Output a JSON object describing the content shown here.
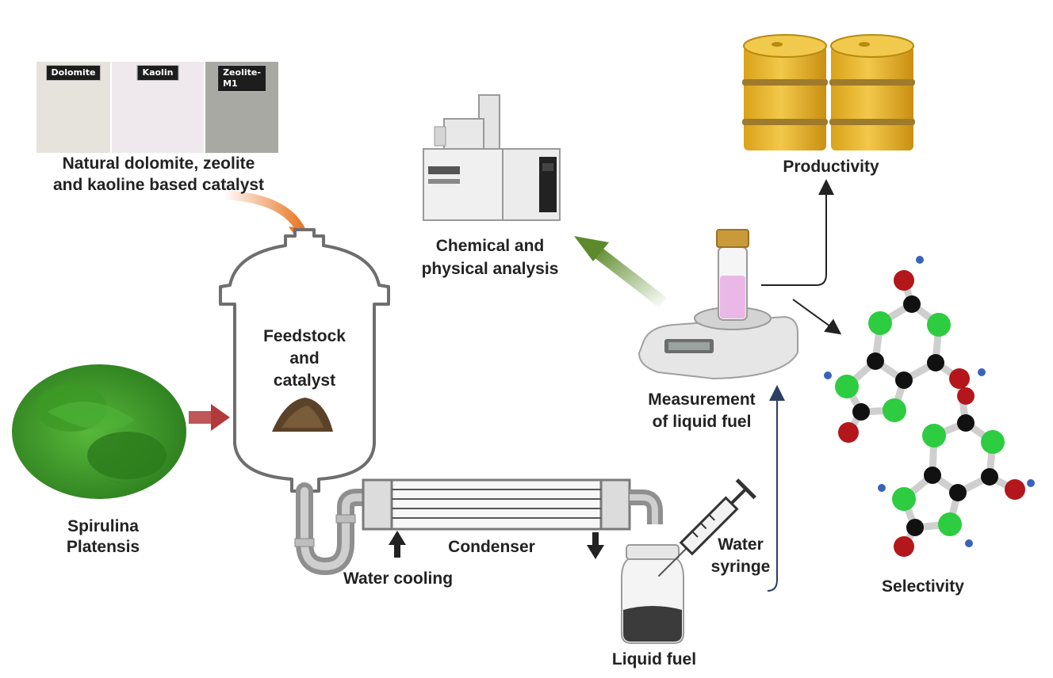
{
  "catalyst_photos": [
    {
      "tag": "Dolomite",
      "color": "#e6e3dd"
    },
    {
      "tag": "Kaolin",
      "color": "#efe9ee"
    },
    {
      "tag": "Zeolite-M1",
      "color": "#a9a9a4"
    }
  ],
  "labels": {
    "catalyst_line1": "Natural dolomite, zeolite",
    "catalyst_line2": "and kaoline based catalyst",
    "feedstock_line1": "Feedstock",
    "feedstock_line2": "and",
    "feedstock_line3": "catalyst",
    "spirulina_line1": "Spirulina",
    "spirulina_line2": "Platensis",
    "condenser": "Condenser",
    "water_cooling": "Water cooling",
    "liquid_fuel": "Liquid fuel",
    "syringe_line1": "Water",
    "syringe_line2": "syringe",
    "measurement_line1": "Measurement",
    "measurement_line2": "of liquid fuel",
    "analysis_line1": "Chemical and",
    "analysis_line2": "physical analysis",
    "productivity": "Productivity",
    "selectivity": "Selectivity"
  },
  "colors": {
    "spirulina": "#3f9e2a",
    "barrel": "#e6b52c",
    "arrow_orange": "#e8792a",
    "arrow_red": "#b33a3a",
    "arrow_green": "#5c8a2c",
    "atom_green": "#2ecc40",
    "atom_red": "#b3161b",
    "atom_black": "#111111",
    "atom_blue": "#3a63b8"
  }
}
